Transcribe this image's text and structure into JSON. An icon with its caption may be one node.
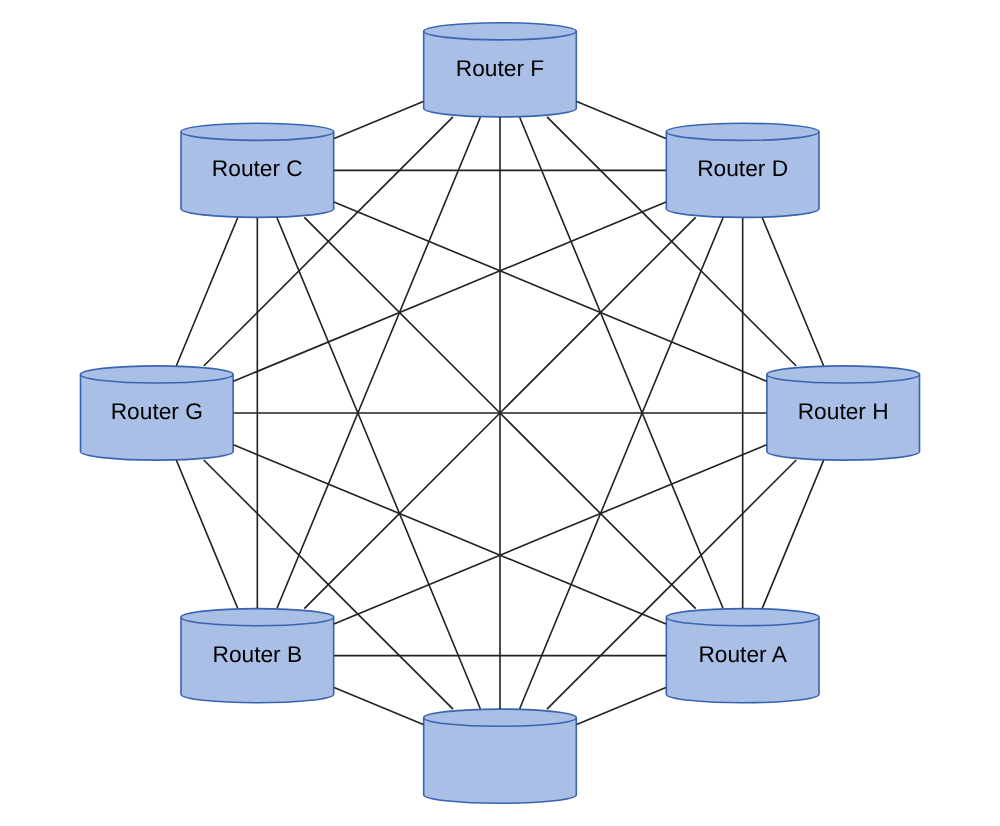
{
  "diagram": {
    "nodes": [
      {
        "text": [
          "Router A"
        ]
      },
      {
        "text": [
          "Router H"
        ]
      },
      {
        "text": [
          "Router B"
        ]
      },
      {
        "text": [
          "Router G"
        ]
      },
      {
        "text": [
          "Router C"
        ]
      },
      {
        "text": [
          "Router F"
        ]
      },
      {
        "text": [
          "Router D"
        ]
      },
      {
        "text": [],
        "shape": "cylinder"
      }
    ],
    "edges": [
      {
        "from": 0,
        "to": 2,
        "arrow": "none"
      },
      {
        "from": 2,
        "to": 4,
        "arrow": "none"
      },
      {
        "from": 4,
        "to": 6,
        "arrow": "none"
      },
      {
        "from": 6,
        "to": 7,
        "arrow": "none"
      },
      {
        "from": 7,
        "to": 5,
        "arrow": "none"
      },
      {
        "from": 5,
        "to": 3,
        "arrow": "none"
      },
      {
        "from": 3,
        "to": 1,
        "arrow": "none"
      },
      {
        "from": 1,
        "to": 0,
        "arrow": "none"
      },
      {
        "from": 0,
        "to": 4,
        "arrow": "none"
      },
      {
        "from": 0,
        "to": 6,
        "arrow": "none"
      },
      {
        "from": 0,
        "to": 7,
        "arrow": "none"
      },
      {
        "from": 0,
        "to": 5,
        "arrow": "none"
      },
      {
        "from": 0,
        "to": 3,
        "arrow": "none"
      },
      {
        "from": 2,
        "to": 6,
        "arrow": "none"
      },
      {
        "from": 2,
        "to": 7,
        "arrow": "none"
      },
      {
        "from": 2,
        "to": 5,
        "arrow": "none"
      },
      {
        "from": 2,
        "to": 3,
        "arrow": "none"
      },
      {
        "from": 2,
        "to": 1,
        "arrow": "none"
      },
      {
        "from": 4,
        "to": 7,
        "arrow": "none"
      },
      {
        "from": 4,
        "to": 5,
        "arrow": "none"
      },
      {
        "from": 4,
        "to": 3,
        "arrow": "none"
      },
      {
        "from": 4,
        "to": 1,
        "arrow": "none"
      },
      {
        "from": 6,
        "to": 5,
        "arrow": "none"
      },
      {
        "from": 6,
        "to": 3,
        "arrow": "none"
      },
      {
        "from": 6,
        "to": 1,
        "arrow": "none"
      },
      {
        "from": 7,
        "to": 3,
        "arrow": "none"
      },
      {
        "from": 7,
        "to": 1,
        "arrow": "none"
      },
      {
        "from": 5,
        "to": 1,
        "arrow": "none"
      }
    ]
  }
}
